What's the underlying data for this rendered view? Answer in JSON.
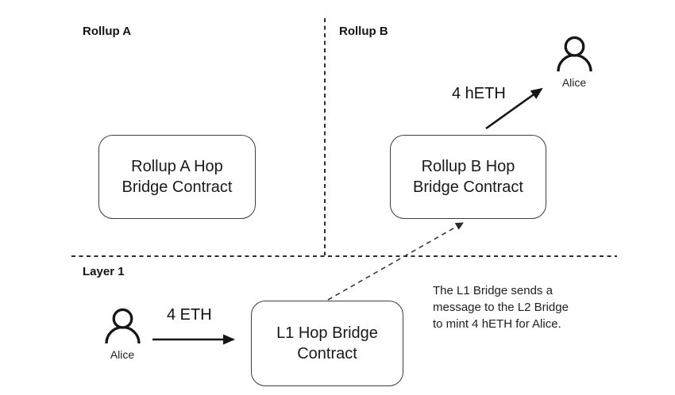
{
  "regions": {
    "rollup_a": "Rollup A",
    "rollup_b": "Rollup B",
    "layer_1": "Layer 1"
  },
  "boxes": {
    "rollup_a": {
      "label": "Rollup A Hop Bridge Contract"
    },
    "rollup_b": {
      "label": "Rollup B Hop Bridge Contract"
    },
    "l1": {
      "label": "L1 Hop Bridge Contract"
    }
  },
  "actors": {
    "alice_top": {
      "label": "Alice"
    },
    "alice_bottom": {
      "label": "Alice"
    }
  },
  "flows": {
    "deposit": {
      "label": "4 ETH"
    },
    "mint": {
      "label": "4 hETH"
    }
  },
  "annotation": {
    "lines": [
      "The L1 Bridge sends a",
      "message to the L2 Bridge",
      "to mint 4 hETH for Alice."
    ]
  },
  "colors": {
    "ink": "#1a1a1a",
    "background": "#ffffff"
  }
}
